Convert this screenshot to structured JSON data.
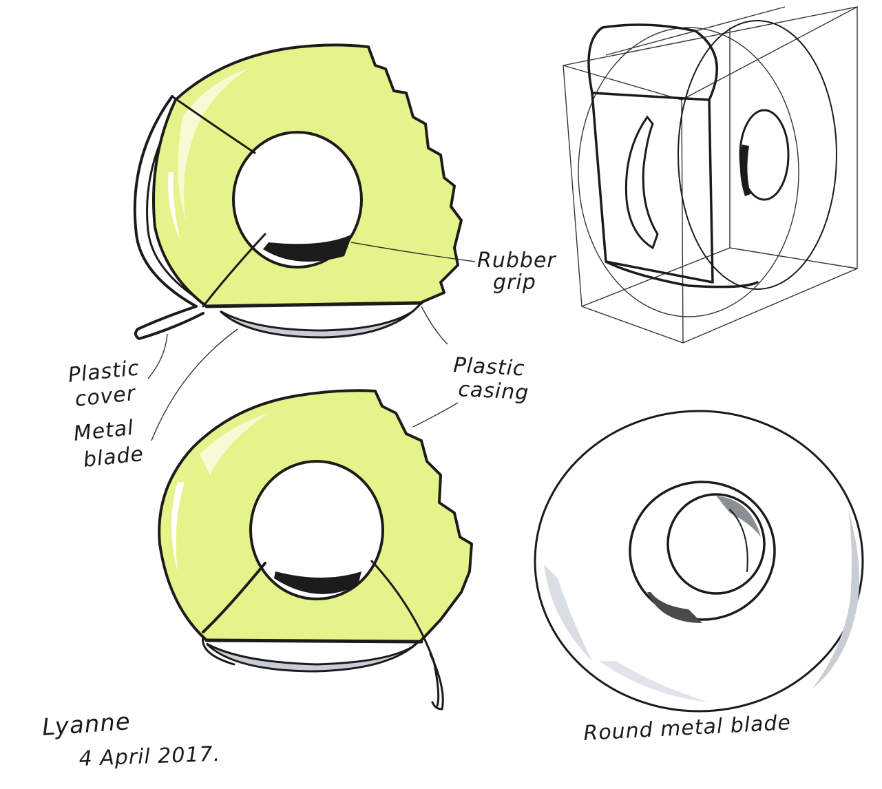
{
  "colors": {
    "casing_fill": "#e6f38a",
    "casing_highlight": "#f6fbd6",
    "ink": "#1b1b1b",
    "grey_shade": "#c9ced6",
    "paper": "#ffffff"
  },
  "labels": {
    "rubber": "Rubber",
    "grip": "grip",
    "plastic_top": "Plastic",
    "cover": "cover",
    "metal": "Metal",
    "blade": "blade",
    "plastic_right": "Plastic",
    "casing": "casing",
    "round_metal_blade": "Round metal blade"
  },
  "signature": {
    "name": "Lyanne",
    "date": "4 April 2017."
  }
}
